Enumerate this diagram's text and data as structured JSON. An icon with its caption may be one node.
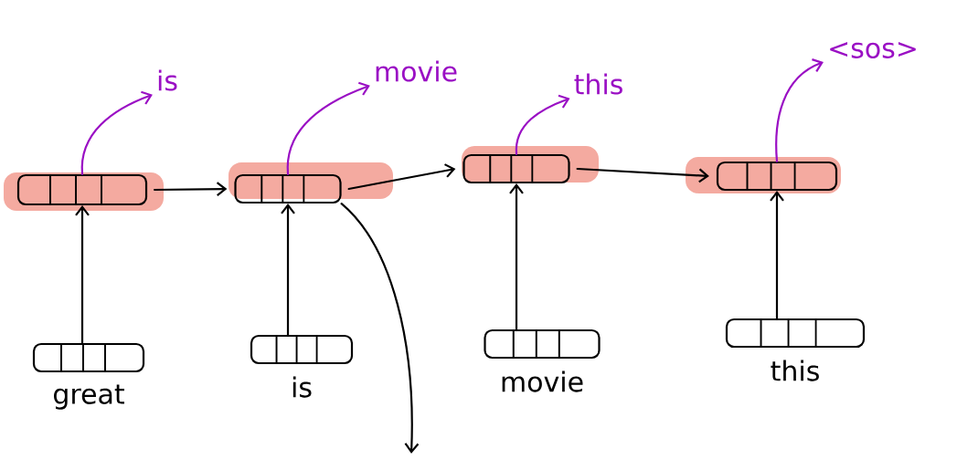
{
  "diagram": {
    "nodes": [
      {
        "text": [],
        "shape": "box"
      },
      {
        "text": [],
        "shape": "box"
      },
      {
        "text": [],
        "shape": "box"
      },
      {
        "text": [],
        "shape": "box"
      },
      {
        "text": [],
        "shape": "box",
        "beside": [
          "great"
        ]
      },
      {
        "text": [],
        "shape": "box",
        "beside": [
          "is"
        ]
      },
      {
        "text": [],
        "shape": "box",
        "beside": [
          "movie"
        ]
      },
      {
        "text": [],
        "shape": "box",
        "beside": [
          "this"
        ]
      },
      {
        "text": [
          "is"
        ]
      },
      {
        "text": [
          "movie"
        ]
      },
      {
        "text": [
          "this"
        ]
      },
      {
        "text": [
          "<sos>"
        ]
      }
    ],
    "edges": [
      {
        "from": 4,
        "to": 0,
        "arrow": "to"
      },
      {
        "from": 5,
        "to": 1,
        "arrow": "to"
      },
      {
        "from": 6,
        "to": 2,
        "arrow": "to"
      },
      {
        "from": 7,
        "to": 3,
        "arrow": "to"
      },
      {
        "from": 0,
        "to": 1,
        "arrow": "to"
      },
      {
        "from": 1,
        "to": 2,
        "arrow": "to"
      },
      {
        "from": 2,
        "to": 3,
        "arrow": "to"
      },
      {
        "from": 0,
        "to": 8,
        "arrow": "to",
        "color": "#9a0fc4"
      },
      {
        "from": 1,
        "to": 9,
        "arrow": "to",
        "color": "#9a0fc4"
      },
      {
        "from": 2,
        "to": 10,
        "arrow": "to",
        "color": "#9a0fc4"
      },
      {
        "from": 3,
        "to": 11,
        "arrow": "to",
        "color": "#9a0fc4"
      },
      {
        "from": 1,
        "to": null,
        "arrow": "to"
      }
    ]
  }
}
